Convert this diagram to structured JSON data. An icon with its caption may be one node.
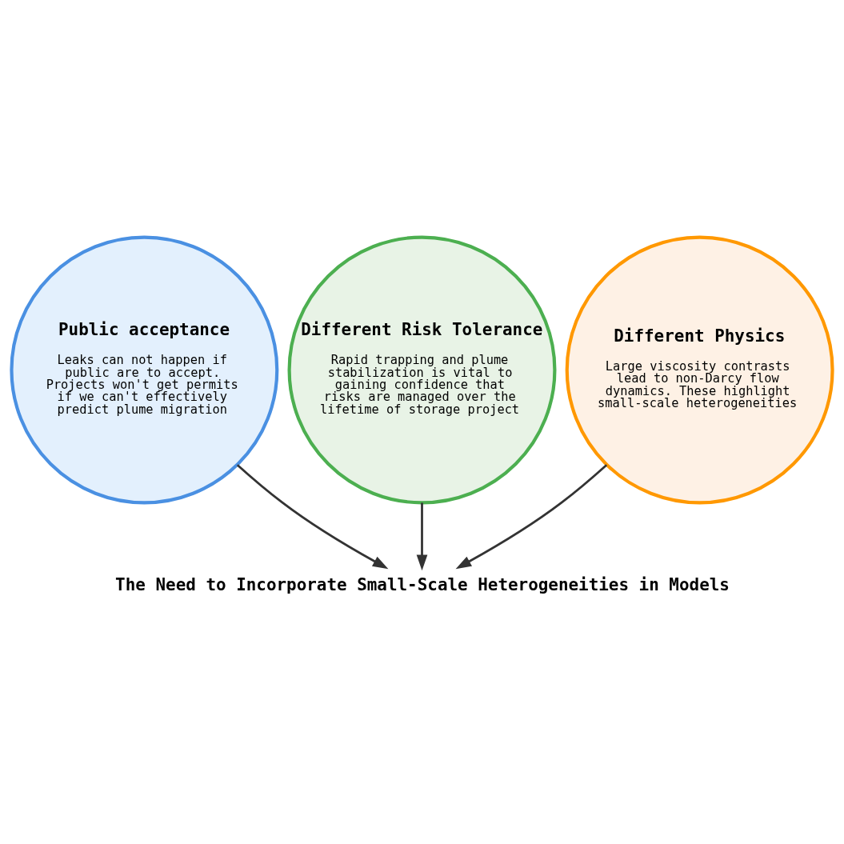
{
  "diagram": {
    "nodes": [
      {
        "text": [
          "Public acceptance",
          "Leaks can not happen if public are to accept. Projects won't get permits if we can't effectively predict plume migration"
        ]
      },
      {
        "text": [
          "Different Risk Tolerance",
          "Rapid trapping and plume stabilization is vital to gaining confidence that risks are managed over the lifetime of storage project"
        ]
      },
      {
        "text": [
          "Different Physics",
          "Large viscosity contrasts lead to non-Darcy flow dynamics. These highlight small-scale heterogeneities"
        ]
      },
      {
        "text": [
          "The Need to Incorporate Small-Scale Heterogeneities in Models"
        ]
      }
    ],
    "edges": [
      {
        "from": 0,
        "to": 3,
        "arrow": "to"
      },
      {
        "from": 1,
        "to": 3,
        "arrow": "to"
      },
      {
        "from": 2,
        "to": 3,
        "arrow": "to"
      }
    ]
  }
}
